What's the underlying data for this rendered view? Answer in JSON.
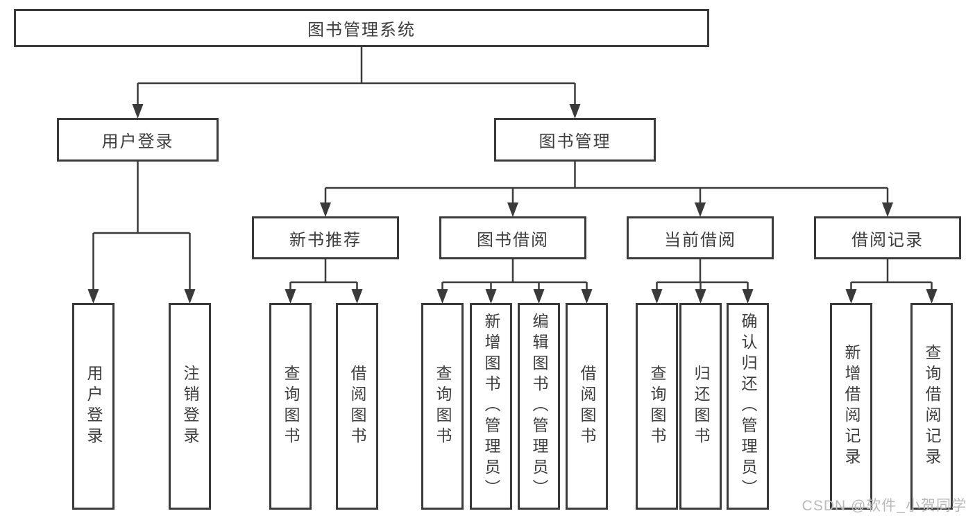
{
  "nodes": {
    "root": "图书管理系统",
    "user_login_group": "用户登录",
    "book_mgmt": "图书管理",
    "new_book_rec": "新书推荐",
    "book_borrow": "图书借阅",
    "current_borrow": "当前借阅",
    "borrow_records": "借阅记录",
    "leaf_user_login": "用户登录",
    "leaf_logout": "注销登录",
    "leaf_nb_query": "查询图书",
    "leaf_nb_borrow": "借阅图书",
    "leaf_bb_query": "查询图书",
    "leaf_bb_add": "新增图书（管理员）",
    "leaf_bb_edit": "编辑图书（管理员）",
    "leaf_bb_borrow": "借阅图书",
    "leaf_cb_query": "查询图书",
    "leaf_cb_return": "归还图书",
    "leaf_cb_confirm": "确认归还（管理员）",
    "leaf_br_add": "新增借阅记录",
    "leaf_br_query": "查询借阅记录"
  },
  "hierarchy": {
    "图书管理系统": {
      "用户登录": [
        "用户登录",
        "注销登录"
      ],
      "图书管理": {
        "新书推荐": [
          "查询图书",
          "借阅图书"
        ],
        "图书借阅": [
          "查询图书",
          "新增图书（管理员）",
          "编辑图书（管理员）",
          "借阅图书"
        ],
        "当前借阅": [
          "查询图书",
          "归还图书",
          "确认归还（管理员）"
        ],
        "借阅记录": [
          "新增借阅记录",
          "查询借阅记录"
        ]
      }
    }
  },
  "watermark": "CSDN @软件_小贺同学",
  "colors": {
    "line": "#3a3a3a",
    "text": "#3d3d3d",
    "background": "#ffffff",
    "watermark": "#b9b9b9"
  }
}
